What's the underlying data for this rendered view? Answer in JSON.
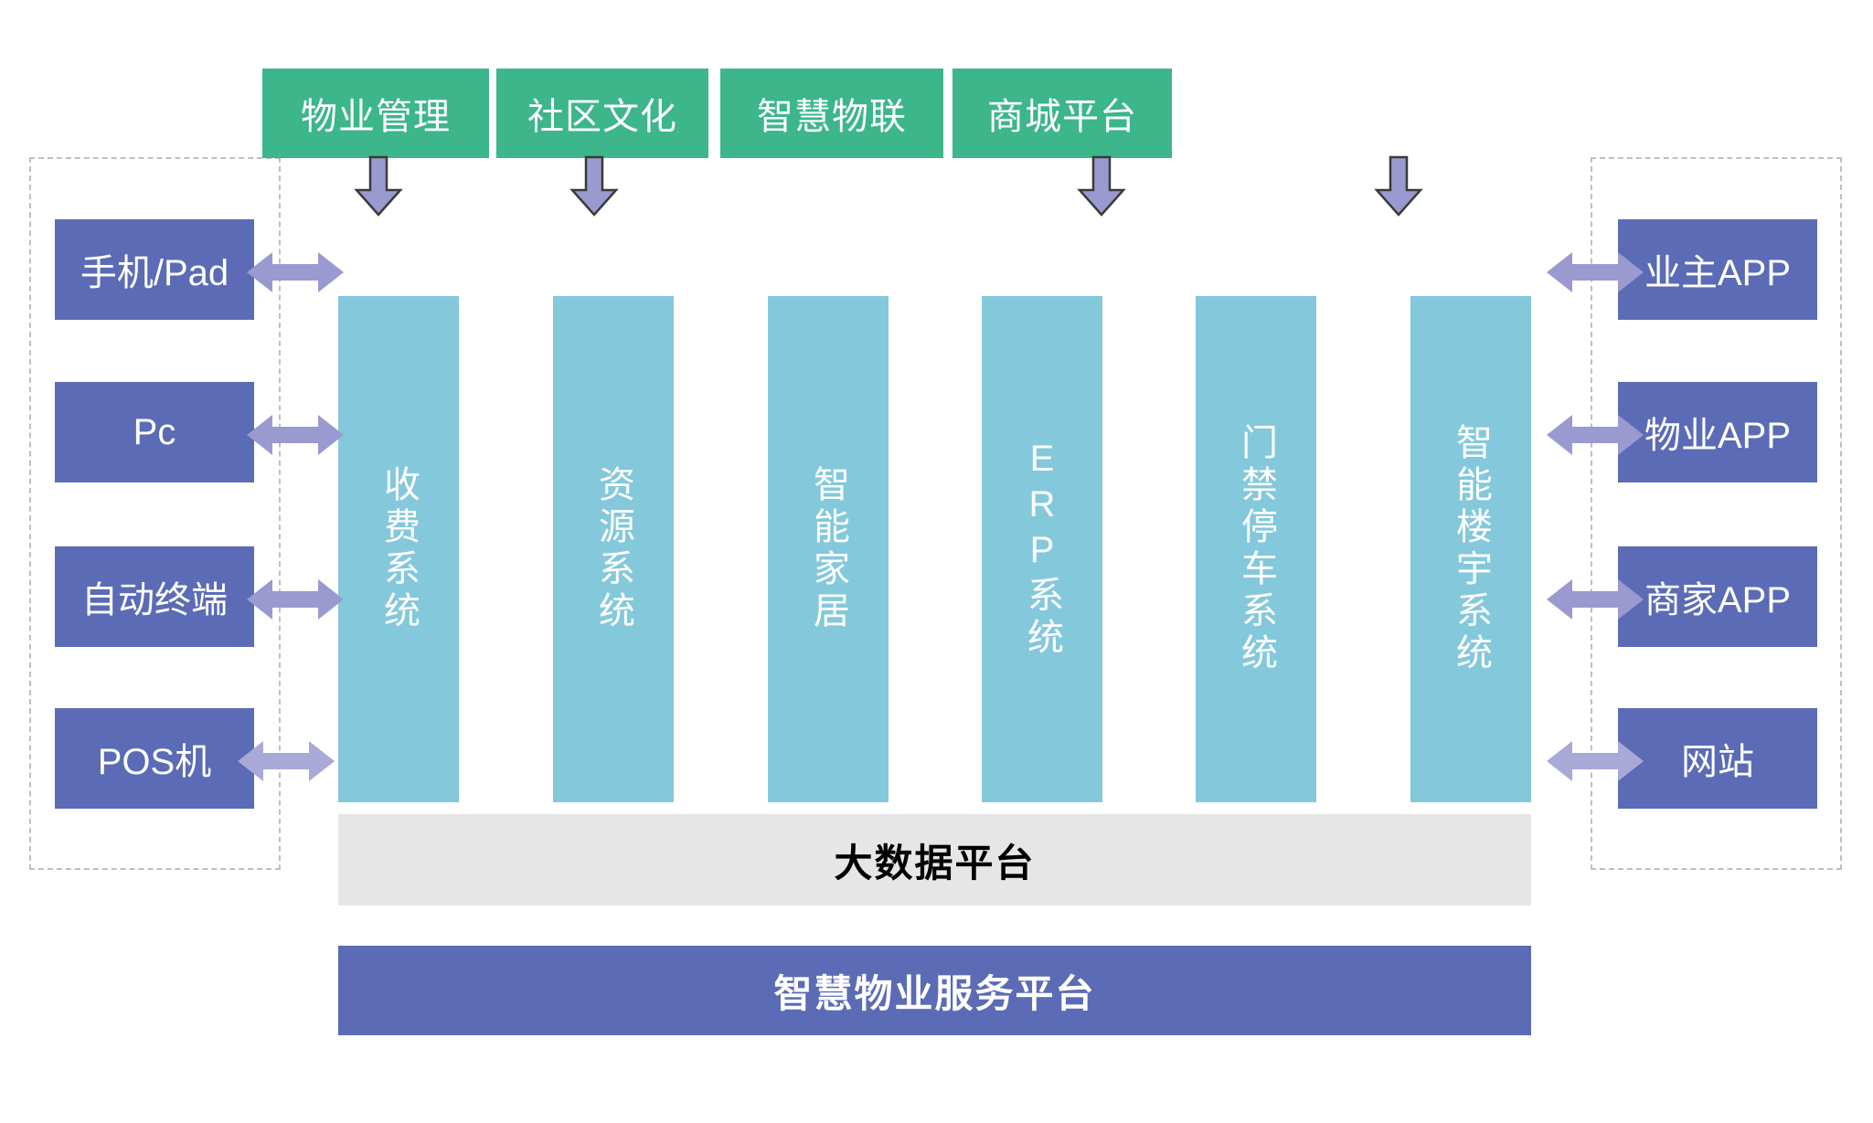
{
  "diagram": {
    "title_bar": {
      "label": "智慧物业服务平台"
    },
    "data_bar": {
      "label": "大数据平台"
    },
    "top_channels": [
      {
        "label": "物业管理"
      },
      {
        "label": "社区文化"
      },
      {
        "label": "智慧物联"
      },
      {
        "label": "商城平台"
      }
    ],
    "systems": [
      {
        "label": "收费系统"
      },
      {
        "label": "资源系统"
      },
      {
        "label": "智能家居"
      },
      {
        "label": "ERP系统"
      },
      {
        "label": "门禁停车系统"
      },
      {
        "label": "智能楼宇系统"
      }
    ],
    "left_group": {
      "items": [
        {
          "label": "手机/Pad"
        },
        {
          "label": "Pc"
        },
        {
          "label": "自动终端"
        },
        {
          "label": "POS机"
        }
      ]
    },
    "right_group": {
      "items": [
        {
          "label": "业主APP"
        },
        {
          "label": "物业APP"
        },
        {
          "label": "商家APP"
        },
        {
          "label": "网站"
        }
      ]
    },
    "colors": {
      "green": "#3cb68a",
      "teal": "#84c8db",
      "blue": "#5b6bb5",
      "gray": "#e6e6e6",
      "arrow_purple": "#9a9ad0",
      "arrow_purple_light": "#a9a9d8",
      "frame_dash": "#bfbfbf",
      "text_white": "#ffffff",
      "text_black": "#000000"
    },
    "icons": {
      "down_arrow": "arrow-down-icon",
      "bidirectional_arrow": "arrow-left-right-icon"
    }
  }
}
